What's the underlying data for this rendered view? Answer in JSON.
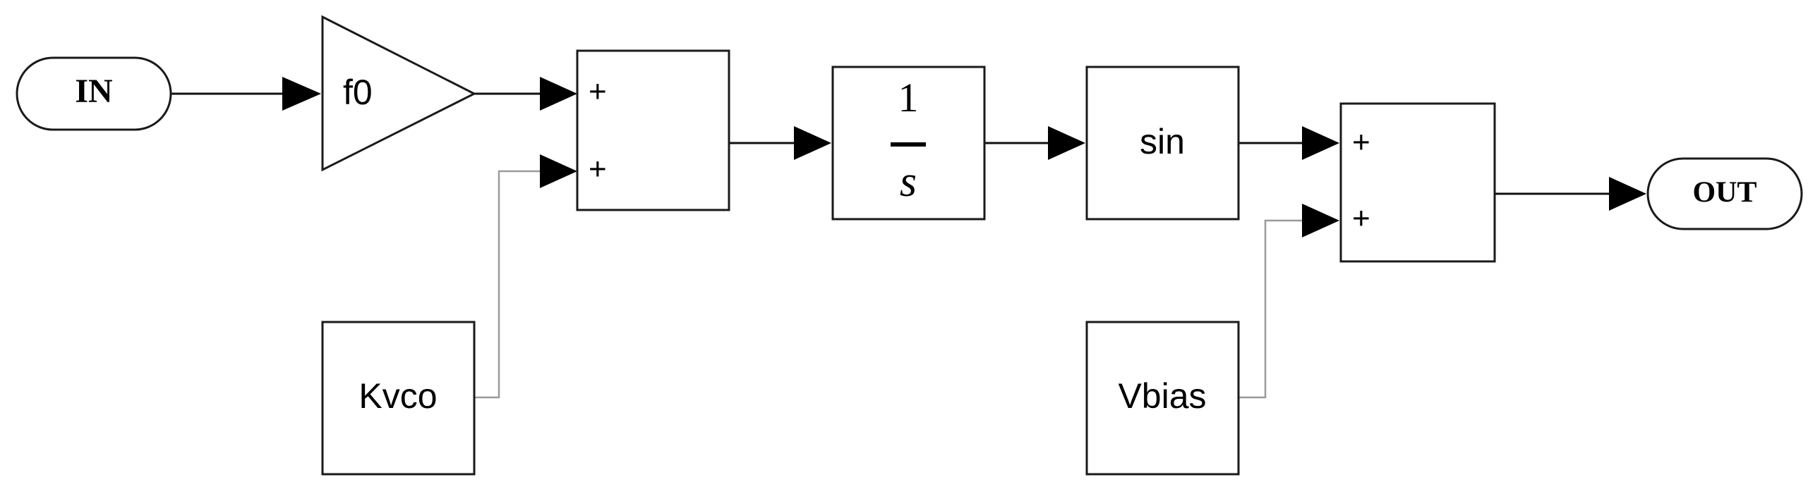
{
  "ports": {
    "input_label": "IN",
    "output_label": "OUT"
  },
  "blocks": {
    "gain_label": "f0",
    "sum1_sign_top": "+",
    "sum1_sign_bottom": "+",
    "integrator_numerator": "1",
    "integrator_denominator": "s",
    "sin_label": "sin",
    "sum2_sign_top": "+",
    "sum2_sign_bottom": "+",
    "kvco_label": "Kvco",
    "vbias_label": "Vbias"
  }
}
